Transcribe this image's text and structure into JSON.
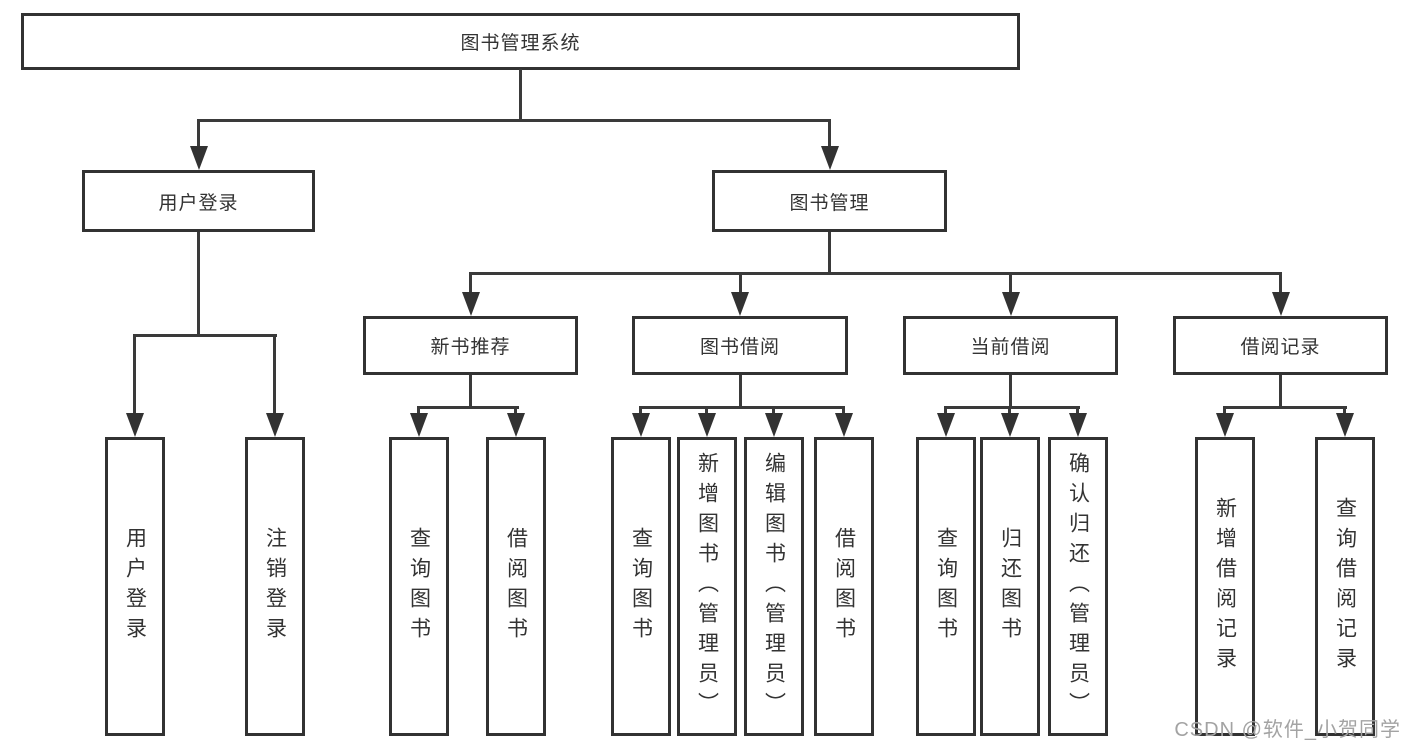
{
  "diagram_title": "图书管理系统",
  "colors": {
    "line": "#3a3a3a",
    "box_border": "#323232",
    "text": "#333333",
    "background": "#ffffff",
    "watermark": "#a3a3a3"
  },
  "watermark": {
    "text": "CSDN @软件_小贺同学"
  },
  "tree": {
    "label": "图书管理系统",
    "children": [
      {
        "label": "用户登录",
        "children": [
          {
            "label": "用户登录"
          },
          {
            "label": "注销登录"
          }
        ]
      },
      {
        "label": "图书管理",
        "children": [
          {
            "label": "新书推荐",
            "children": [
              {
                "label": "查询图书"
              },
              {
                "label": "借阅图书"
              }
            ]
          },
          {
            "label": "图书借阅",
            "children": [
              {
                "label": "查询图书"
              },
              {
                "label": "新增图书（管理员）"
              },
              {
                "label": "编辑图书（管理员）"
              },
              {
                "label": "借阅图书"
              }
            ]
          },
          {
            "label": "当前借阅",
            "children": [
              {
                "label": "查询图书"
              },
              {
                "label": "归还图书"
              },
              {
                "label": "确认归还（管理员）"
              }
            ]
          },
          {
            "label": "借阅记录",
            "children": [
              {
                "label": "新增借阅记录"
              },
              {
                "label": "查询借阅记录"
              }
            ]
          }
        ]
      }
    ]
  }
}
